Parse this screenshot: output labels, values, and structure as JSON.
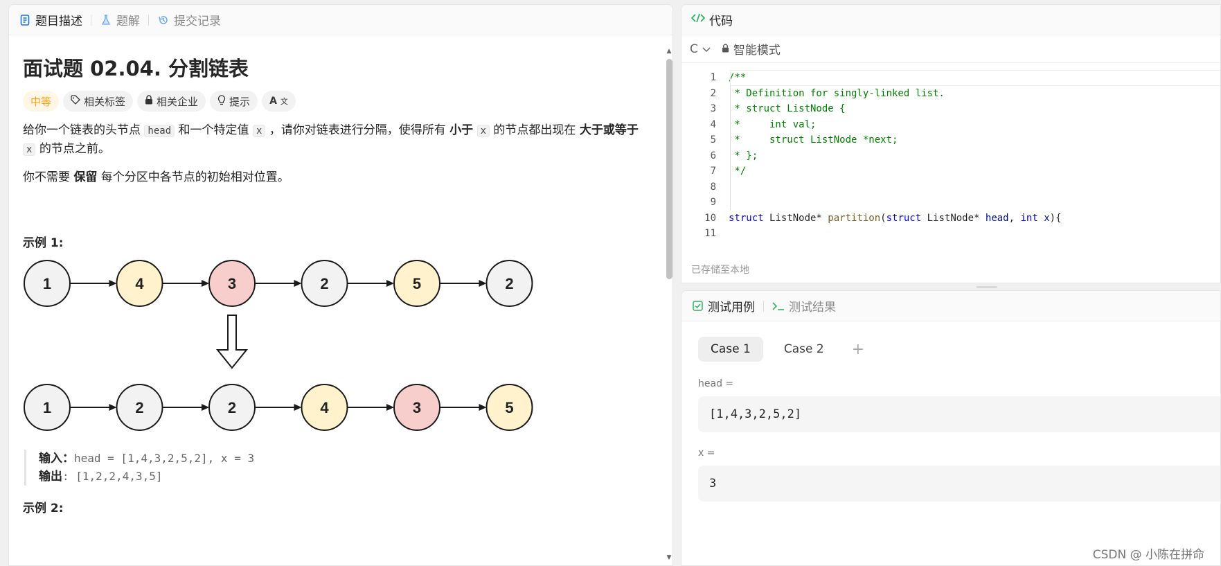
{
  "left_tabs": [
    "题目描述",
    "题解",
    "提交记录"
  ],
  "problem": {
    "title": "面试题 02.04. 分割链表",
    "tags": [
      "中等",
      "相关标签",
      "相关企业",
      "提示"
    ],
    "translate_label": "A",
    "desc_parts": [
      "给你一个链表的头节点 ",
      "head",
      " 和一个特定值 ",
      "x",
      " ，请你对链表进行分隔，使得所有 ",
      "小于",
      " ",
      "x",
      " 的节点都出现在 ",
      "大于或等于",
      "x",
      " 的节点之前。"
    ],
    "p2_a": "你不需要 ",
    "p2_b": "保留",
    "p2_c": " 每个分区中各节点的初始相对位置。",
    "example1_title": "示例 1:",
    "example1_input_label": "输入：",
    "example1_input": "head = [1,4,3,2,5,2], x = 3",
    "example1_output_label": "输出",
    "example1_output": ": [1,2,2,4,3,5]",
    "example2_title": "示例 2:"
  },
  "diagram": {
    "top_row": [
      "1",
      "4",
      "3",
      "2",
      "5",
      "2"
    ],
    "bottom_row": [
      "1",
      "2",
      "2",
      "4",
      "3",
      "5"
    ],
    "colors": {
      "gray": "#f2f2f2",
      "yellow": "#fff2cc",
      "red": "#f8cecc",
      "stroke": "#1a1a1a"
    }
  },
  "code_panel": {
    "title": "代码",
    "language": "C",
    "mode": "智能模式",
    "saved_label": "已存储至本地",
    "line_numbers": [
      "1",
      "2",
      "3",
      "4",
      "5",
      "6",
      "7",
      "8",
      "9",
      "10",
      "11"
    ]
  },
  "test_panel": {
    "tab1": "测试用例",
    "tab2": "测试结果",
    "cases": [
      "Case 1",
      "Case 2"
    ],
    "add": "+",
    "params": [
      {
        "label": "head =",
        "value": "[1,4,3,2,5,2]"
      },
      {
        "label": "x =",
        "value": "3"
      }
    ]
  },
  "watermark": "CSDN @ 小陈在拼命"
}
